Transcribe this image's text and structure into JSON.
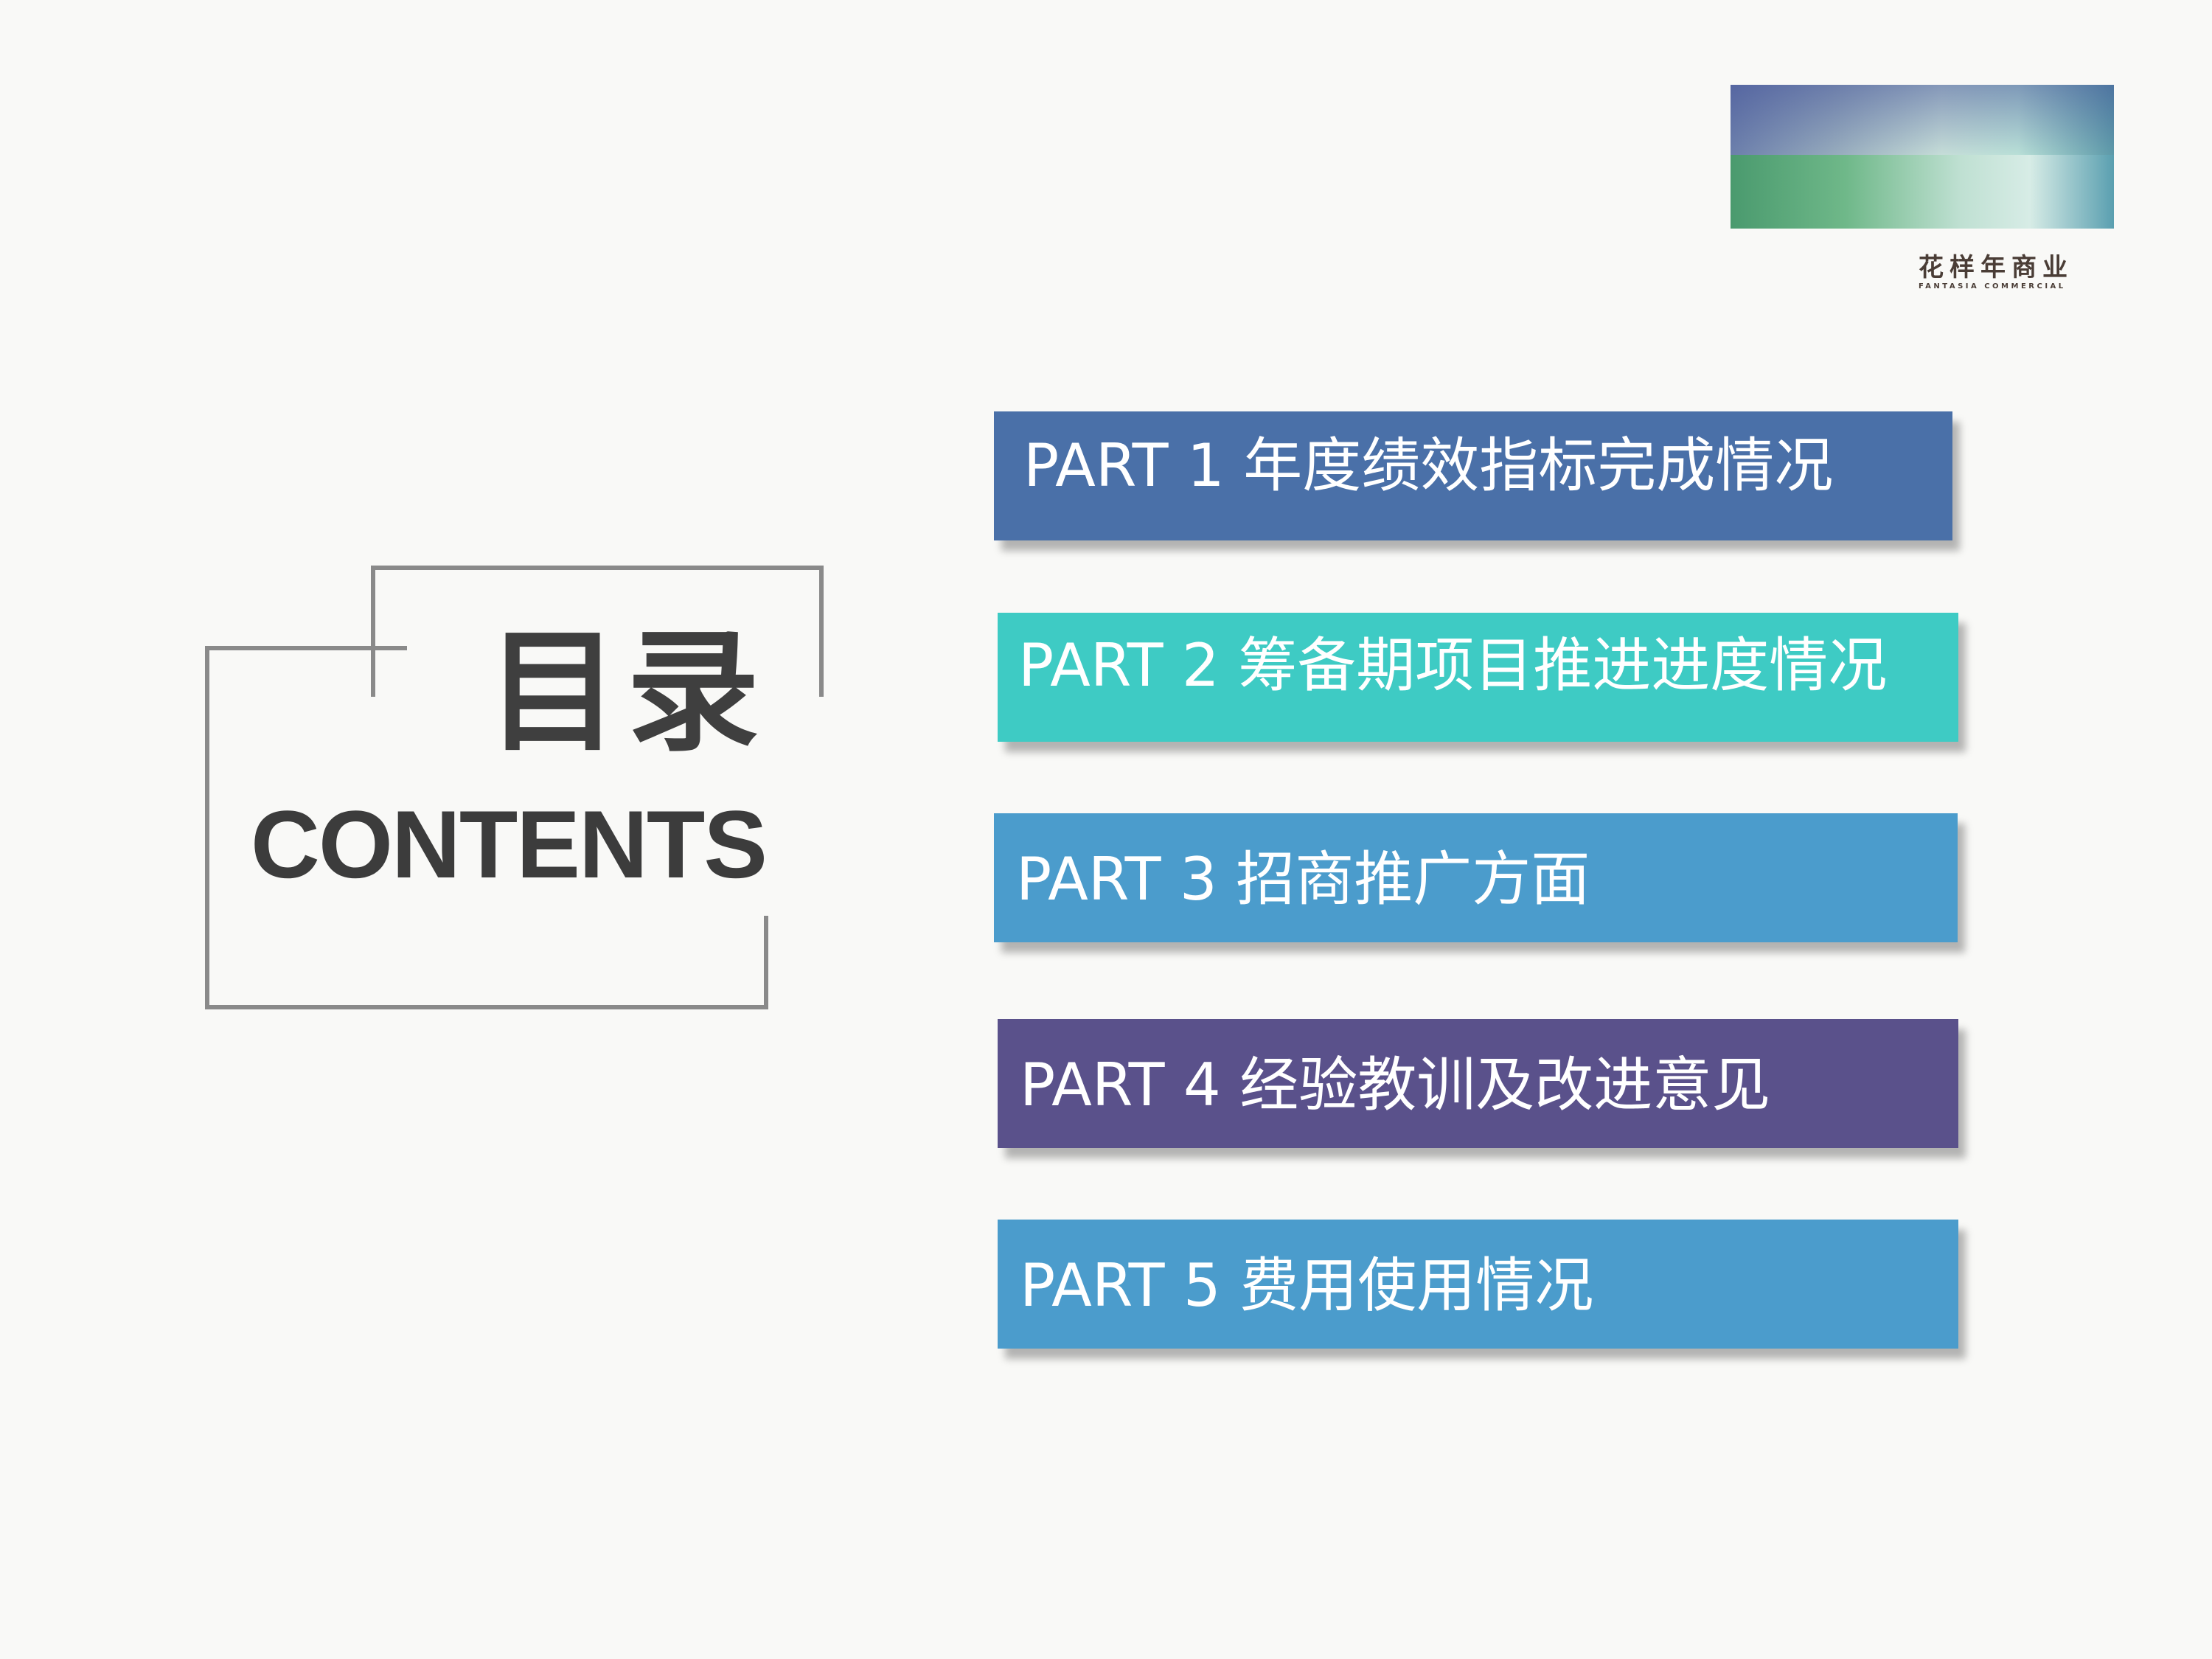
{
  "logo": {
    "name_cn": "花样年商业",
    "name_en": "FANTASIA COMMERCIAL"
  },
  "heading": {
    "title_cn": "目录",
    "title_en": "CONTENTS"
  },
  "parts": [
    {
      "label": "PART 1  年度绩效指标完成情况",
      "color": "#4a70a8"
    },
    {
      "label": "PART 2  筹备期项目推进进度情况",
      "color": "#3ecbc4"
    },
    {
      "label": "PART 3  招商推广方面",
      "color": "#4b9ccc"
    },
    {
      "label": "PART 4  经验教训及改进意见",
      "color": "#5a518b"
    },
    {
      "label": "PART 5  费用使用情况",
      "color": "#4b9ccc"
    }
  ]
}
